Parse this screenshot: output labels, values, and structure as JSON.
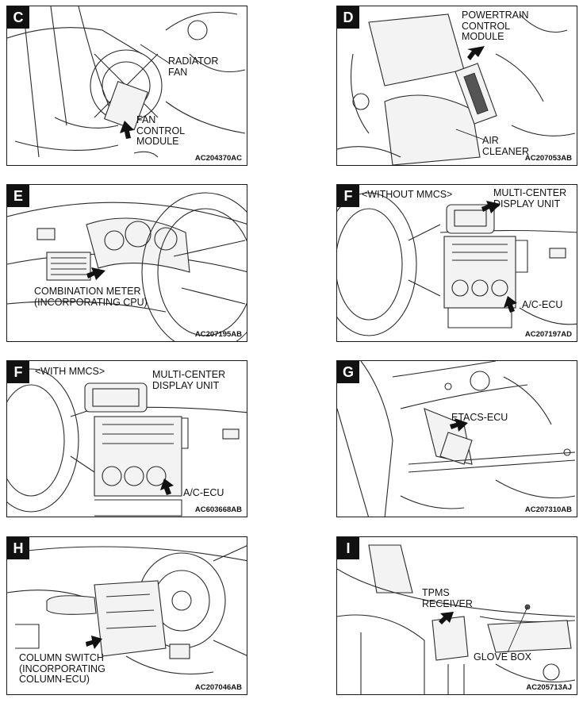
{
  "panels": [
    {
      "letter": "C",
      "labels": [
        "RADIATOR\nFAN",
        "FAN\nCONTROL\nMODULE"
      ],
      "code": "AC204370AC"
    },
    {
      "letter": "D",
      "labels": [
        "POWERTRAIN\nCONTROL\nMODULE",
        "AIR\nCLEANER"
      ],
      "code": "AC207053AB"
    },
    {
      "letter": "E",
      "labels": [
        "COMBINATION METER\n(INCORPORATING CPU)"
      ],
      "code": "AC207195AB"
    },
    {
      "letter": "F",
      "labels": [
        "<WITHOUT MMCS>",
        "MULTI-CENTER\nDISPLAY UNIT",
        "A/C-ECU"
      ],
      "code": "AC207197AD"
    },
    {
      "letter": "F",
      "labels": [
        "<WITH MMCS>",
        "MULTI-CENTER\nDISPLAY UNIT",
        "A/C-ECU"
      ],
      "code": "AC603668AB"
    },
    {
      "letter": "G",
      "labels": [
        "ETACS-ECU"
      ],
      "code": "AC207310AB"
    },
    {
      "letter": "H",
      "labels": [
        "COLUMN SWITCH\n(INCORPORATING\nCOLUMN-ECU)"
      ],
      "code": "AC207046AB"
    },
    {
      "letter": "I",
      "labels": [
        "TPMS\nRECEIVER",
        "GLOVE BOX"
      ],
      "code": "AC205713AJ"
    }
  ]
}
